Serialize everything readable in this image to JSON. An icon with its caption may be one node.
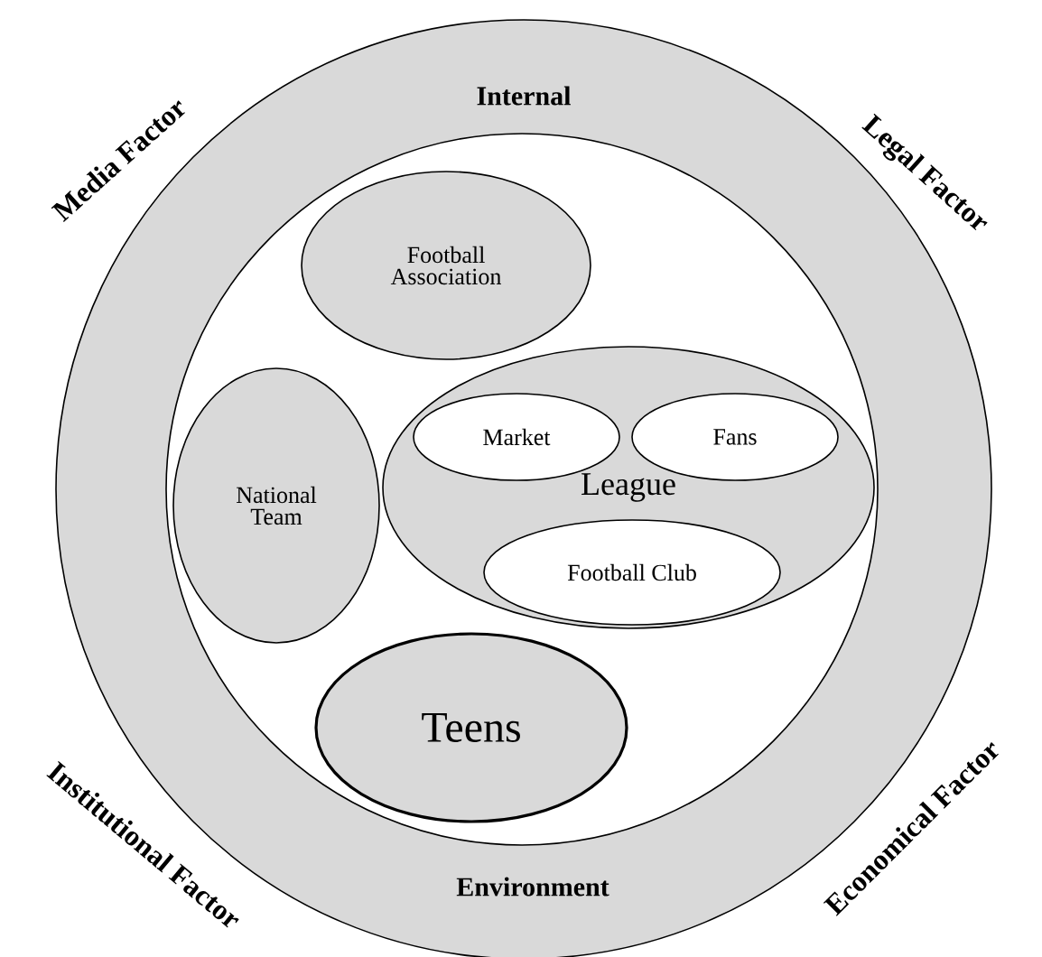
{
  "diagram": {
    "nodes": [
      {
        "text": [
          "Internal",
          "Environment"
        ]
      },
      {
        "text": [],
        "shape": "circle",
        "in": 0
      },
      {
        "text": [
          "Football Association"
        ],
        "in": 1
      },
      {
        "text": [
          "National Team"
        ],
        "in": 1
      },
      {
        "text": [
          "League"
        ],
        "in": 1
      },
      {
        "text": [
          "Market"
        ],
        "in": 4
      },
      {
        "text": [
          "Fans"
        ],
        "in": 4
      },
      {
        "text": [
          "Football Club"
        ],
        "in": 4
      },
      {
        "text": [
          "Teens"
        ],
        "in": 1
      }
    ],
    "labels": [
      "Media Factor",
      "Legal Factor",
      "Institutional Factor",
      "Economical Factor"
    ]
  }
}
